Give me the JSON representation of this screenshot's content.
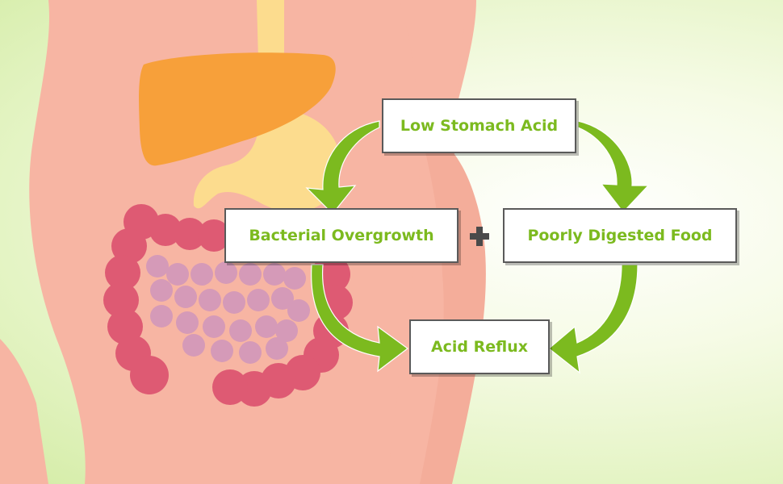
{
  "nodes": {
    "low_stomach_acid": "Low Stomach Acid",
    "bacterial_overgrowth": "Bacterial Overgrowth",
    "poorly_digested_food": "Poorly Digested Food",
    "acid_reflux": "Acid Reflux"
  },
  "operator_symbol": "+",
  "edges": [
    {
      "from": "Low Stomach Acid",
      "to": "Bacterial Overgrowth"
    },
    {
      "from": "Low Stomach Acid",
      "to": "Poorly Digested Food"
    },
    {
      "from": "Bacterial Overgrowth",
      "to": "Acid Reflux"
    },
    {
      "from": "Poorly Digested Food",
      "to": "Acid Reflux"
    }
  ],
  "colors": {
    "label_text": "#7cba1f",
    "arrow": "#7cba1f",
    "skin": "#f7b5a3",
    "liver": "#f7a03a",
    "stomach": "#fcdc8e",
    "large_intestine": "#de5a73",
    "small_intestine": "#d59ab8"
  },
  "icons": [
    "torso-illustration",
    "liver-icon",
    "stomach-icon",
    "large-intestine-icon",
    "small-intestine-icon",
    "plus-icon",
    "arrow-icon"
  ]
}
